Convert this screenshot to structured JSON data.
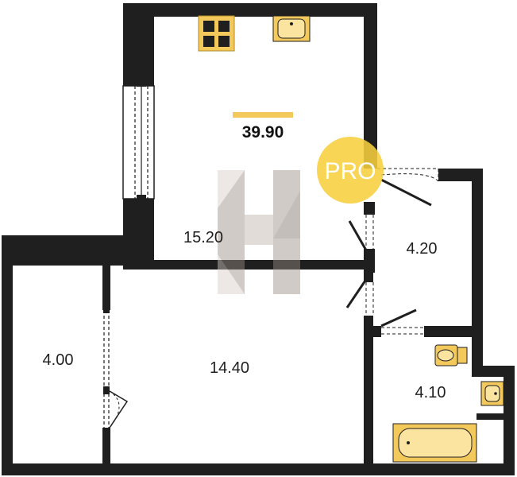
{
  "total_area": "39.90",
  "rooms": {
    "kitchen_living": "15.20",
    "hall": "4.20",
    "bedroom": "14.40",
    "left_room": "4.00",
    "bathroom": "4.10"
  },
  "badge": {
    "text": "PRO"
  },
  "colors": {
    "wall": "#1f1f1f",
    "fixture": "#f3c95b",
    "fixture_stroke": "#b08a24",
    "badge": "#f7cf3d",
    "watermark": "#b5aaa2"
  }
}
